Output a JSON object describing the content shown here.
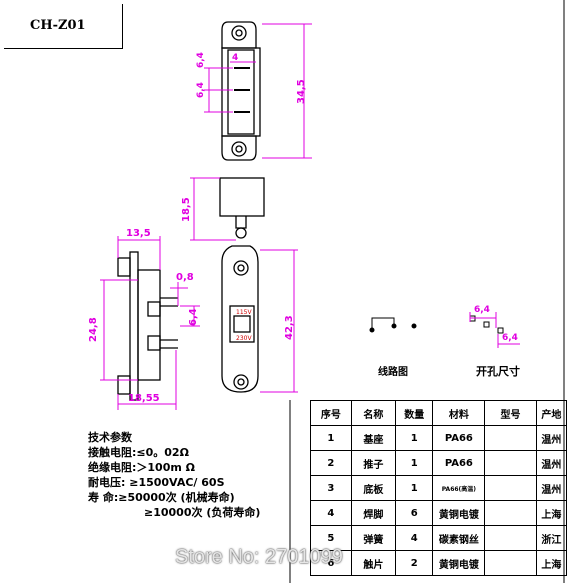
{
  "title": "CH-Z01",
  "dimensions": {
    "top_width": "4",
    "top_spacing_1": "6,4",
    "top_spacing_2": "6,4",
    "top_height": "34,5",
    "side_top_height": "18,5",
    "side_width": "13,5",
    "side_pin_gap": "0,8",
    "side_pin_len": "6,4",
    "side_height": "24,8",
    "side_base_width": "18,55",
    "front_height": "42,3"
  },
  "switch_labels": {
    "upper": "115V",
    "lower": "230V"
  },
  "captions": {
    "wiring": "线路图",
    "cutout": "开孔尺寸"
  },
  "cutout_dims": {
    "a": "6,4",
    "b": "6,4"
  },
  "params": {
    "heading": "技术参数",
    "lines": [
      "接触电阻:≤0。02Ω",
      "绝缘电阻:＞100m Ω",
      "耐电压:  ≥1500VAC/ 60S",
      "寿    命:≥50000次 (机械寿命)",
      "          ≥10000次 (负荷寿命)"
    ]
  },
  "table": {
    "headers": [
      "序号",
      "名称",
      "数量",
      "材料",
      "型号",
      "产地"
    ],
    "rows": [
      [
        "1",
        "基座",
        "1",
        "PA66",
        "",
        "温州"
      ],
      [
        "2",
        "推子",
        "1",
        "PA66",
        "",
        "温州"
      ],
      [
        "3",
        "底板",
        "1",
        "PA66(高温)",
        "",
        "温州"
      ],
      [
        "4",
        "焊脚",
        "6",
        "黄铜电镀",
        "",
        "上海"
      ],
      [
        "5",
        "弹簧",
        "4",
        "碳素钢丝",
        "",
        "浙江"
      ],
      [
        "6",
        "触片",
        "2",
        "黄铜电镀",
        "",
        "上海"
      ]
    ]
  },
  "watermark": "Store No: 2701099",
  "colors": {
    "dimension": "#e000e0",
    "line": "#000000",
    "switch_text": "#d00000"
  }
}
